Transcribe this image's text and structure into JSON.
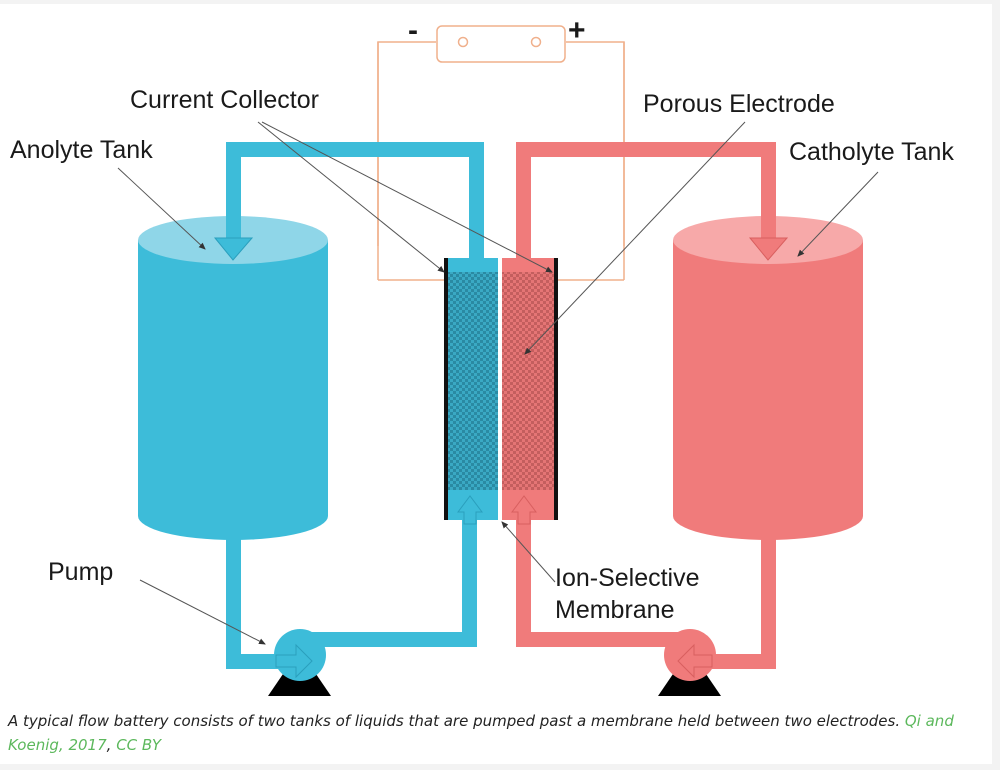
{
  "diagram": {
    "title": "Flow battery schematic",
    "colors": {
      "anolyte": "#3dbcd9",
      "anolyte_top": "#8fd6e8",
      "catholyte": "#f07b7b",
      "catholyte_top": "#f7a9a9",
      "circuit_wire": "#f0b08c",
      "collector": "#111111",
      "pump_base": "#000000",
      "leader_line": "#555555"
    },
    "battery": {
      "negative_sign": "-",
      "positive_sign": "+"
    },
    "labels": {
      "current_collector": "Current Collector",
      "anolyte_tank": "Anolyte Tank",
      "porous_electrode": "Porous Electrode",
      "catholyte_tank": "Catholyte Tank",
      "pump": "Pump",
      "ion_selective_line1": "Ion-Selective",
      "ion_selective_line2": "Membrane"
    }
  },
  "caption": {
    "text": "A typical flow battery consists of two tanks of liquids that are pumped past a membrane held between two electrodes.",
    "source_link": "Qi and Koenig, 2017",
    "separator": ",",
    "license_link": "CC BY"
  }
}
